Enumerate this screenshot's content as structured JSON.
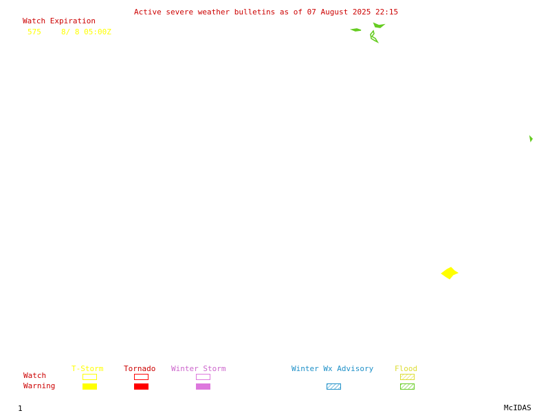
{
  "header": {
    "title": "Active severe weather bulletins as of 07 August 2025 22:15",
    "watch_expiration_label": "Watch Expiration",
    "watch_entry": {
      "number": "575",
      "expiration": "8/ 8 05:00Z"
    }
  },
  "legend": {
    "row_labels": {
      "watch": "Watch",
      "warning": "Warning"
    },
    "categories": [
      {
        "name": "T-Storm",
        "color": "#ffff00",
        "watch_style": "outline",
        "warning_style": "filled"
      },
      {
        "name": "Tornado",
        "color": "#ff0000",
        "watch_style": "outline",
        "warning_style": "filled"
      },
      {
        "name": "Winter Storm",
        "color": "#dd77dd",
        "watch_style": "outline",
        "warning_style": "filled"
      },
      {
        "name": "Winter Wx Advisory",
        "color": "#1e90c8",
        "watch_style": "none",
        "warning_style": "hatched"
      },
      {
        "name": "Flood",
        "color": "#dddd33",
        "warning_color": "#66cc22",
        "watch_style": "hatched",
        "warning_style": "hatched"
      }
    ]
  },
  "footer": {
    "frame_number": "1",
    "software": "McIDAS"
  },
  "colors": {
    "header_text": "#cc0000",
    "watch_entry_text": "#ffff00",
    "flood_warning": "#66cc22",
    "tstorm_watch_area": "#ffff00"
  }
}
